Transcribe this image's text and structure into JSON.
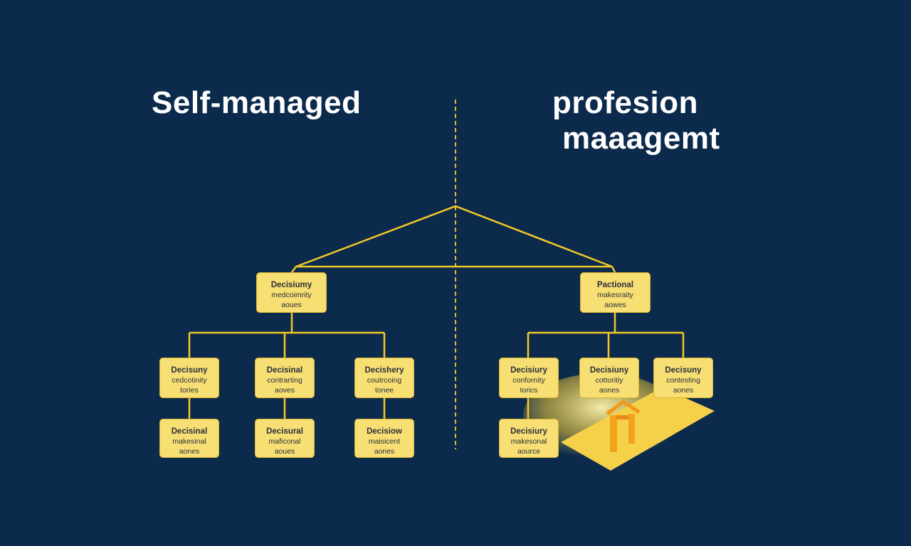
{
  "titles": {
    "left": "Self-managed",
    "right_line1": "profesion",
    "right_line2": "maaagemt"
  },
  "colors": {
    "background": "#0c2a4c",
    "connector": "#f2c928",
    "node_fill": "#f7df74",
    "node_border": "#d9b534",
    "title_text": "#ffffff"
  },
  "diagram": {
    "left": {
      "root": {
        "title": "Decisiumy",
        "sub": "medcoimrity",
        "foot": "aoues"
      },
      "level2": [
        {
          "title": "Decisuny",
          "sub": "cedcotinity",
          "foot": "tories"
        },
        {
          "title": "Decisinal",
          "sub": "contrarting",
          "foot": "aoves"
        },
        {
          "title": "Decishery",
          "sub": "coutrcoing",
          "foot": "tonee"
        }
      ],
      "level3": [
        {
          "title": "Decisinal",
          "sub": "makesinal",
          "foot": "aones"
        },
        {
          "title": "Decisural",
          "sub": "maficonal",
          "foot": "aoues"
        },
        {
          "title": "Decisiow",
          "sub": "maisicent",
          "foot": "aones"
        }
      ]
    },
    "right": {
      "root": {
        "title": "Pactional",
        "sub": "makesraity",
        "foot": "aowes"
      },
      "level2": [
        {
          "title": "Decisiury",
          "sub": "confornity",
          "foot": "torics"
        },
        {
          "title": "Decisiuny",
          "sub": "cottoritiy",
          "foot": "aones"
        },
        {
          "title": "Decisuny",
          "sub": "contesting",
          "foot": "aones"
        }
      ],
      "level3": [
        {
          "title": "Decisiury",
          "sub": "makesonal",
          "foot": "aource"
        }
      ],
      "highlight_icon": "house-icon"
    }
  }
}
